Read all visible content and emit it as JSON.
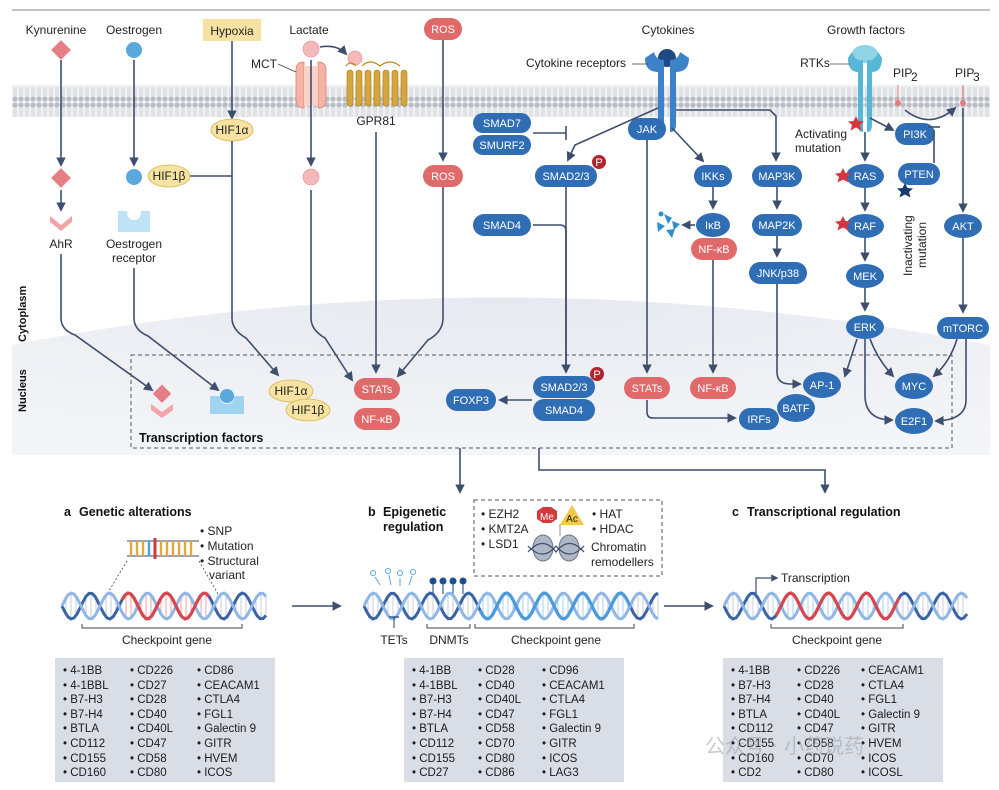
{
  "top_labels": {
    "kynurenine": "Kynurenine",
    "oestrogen": "Oestrogen",
    "hypoxia": "Hypoxia",
    "lactate": "Lactate",
    "ros": "ROS",
    "cytokines": "Cytokines",
    "growth_factors": "Growth factors"
  },
  "membrane_labels": {
    "mct": "MCT",
    "gpr81": "GPR81",
    "cytokine_receptors": "Cytokine receptors",
    "rtks": "RTKs",
    "pip2": "PIP",
    "pip2_sub": "2",
    "pip3": "PIP",
    "pip3_sub": "3"
  },
  "cytoplasm": {
    "ahr": "AhR",
    "oestrogen_receptor_1": "Oestrogen",
    "oestrogen_receptor_2": "receptor",
    "hif1a": "HIF1α",
    "hif1b": "HIF1β",
    "ros2": "ROS",
    "smad7": "SMAD7",
    "smurf2": "SMURF2",
    "smad23": "SMAD2/3",
    "smad4": "SMAD4",
    "jak": "JAK",
    "ikks": "IKKs",
    "ikb": "IκB",
    "nfkb": "NF-κB",
    "map3k": "MAP3K",
    "map2k": "MAP2K",
    "jnk": "JNK/p38",
    "ras": "RAS",
    "raf": "RAF",
    "mek": "MEK",
    "erk": "ERK",
    "pi3k": "PI3K",
    "pten": "PTEN",
    "akt": "AKT",
    "mtorc": "mTORC",
    "activating_1": "Activating",
    "activating_2": "mutation",
    "inactivating_1": "Inactivating",
    "inactivating_2": "mutation",
    "p": "P"
  },
  "nucleus": {
    "hif1a": "HIF1α",
    "hif1b": "HIF1β",
    "stats": "STATs",
    "nfkb": "NF-κB",
    "foxp3": "FOXP3",
    "smad23": "SMAD2/3",
    "smad4": "SMAD4",
    "stats2": "STATs",
    "nfkb2": "NF-κB",
    "irfs": "IRFs",
    "batf": "BATF",
    "ap1": "AP-1",
    "myc": "MYC",
    "e2f1": "E2F1",
    "transcription_factors": "Transcription factors"
  },
  "side_labels": {
    "cytoplasm": "Cytoplasm",
    "nucleus": "Nucleus"
  },
  "panel_a": {
    "letter": "a",
    "title": "Genetic alterations",
    "legend": [
      "SNP",
      "Mutation",
      "Structural",
      "variant"
    ],
    "gene_label": "Checkpoint gene",
    "genes": [
      [
        "4-1BB",
        "4-1BBL",
        "B7-H3",
        "B7-H4",
        "BTLA",
        "CD112",
        "CD155",
        "CD160"
      ],
      [
        "CD226",
        "CD27",
        "CD28",
        "CD40",
        "CD40L",
        "CD47",
        "CD58",
        "CD80"
      ],
      [
        "CD86",
        "CEACAM1",
        "CTLA4",
        "FGL1",
        "Galectin 9",
        "GITR",
        "HVEM",
        "ICOS"
      ]
    ]
  },
  "panel_b": {
    "letter": "b",
    "title_1": "Epigenetic",
    "title_2": "regulation",
    "writers": [
      "EZH2",
      "KMT2A",
      "LSD1"
    ],
    "me": "Me",
    "ac": "Ac",
    "hat": "HAT",
    "hdac": "HDAC",
    "chromatin_1": "Chromatin",
    "chromatin_2": "remodellers",
    "tets": "TETs",
    "dnmts": "DNMTs",
    "gene_label": "Checkpoint gene",
    "genes": [
      [
        "4-1BB",
        "4-1BBL",
        "B7-H3",
        "B7-H4",
        "BTLA",
        "CD112",
        "CD155",
        "CD27"
      ],
      [
        "CD28",
        "CD40",
        "CD40L",
        "CD47",
        "CD58",
        "CD70",
        "CD80",
        "CD86"
      ],
      [
        "CD96",
        "CEACAM1",
        "CTLA4",
        "FGL1",
        "Galectin 9",
        "GITR",
        "ICOS",
        "LAG3"
      ]
    ]
  },
  "panel_c": {
    "letter": "c",
    "title": "Transcriptional regulation",
    "transcription": "Transcription",
    "gene_label": "Checkpoint gene",
    "genes": [
      [
        "4-1BB",
        "B7-H3",
        "B7-H4",
        "BTLA",
        "CD112",
        "CD155",
        "CD160",
        "CD2"
      ],
      [
        "CD226",
        "CD28",
        "CD40",
        "CD40L",
        "CD47",
        "CD58",
        "CD70",
        "CD80"
      ],
      [
        "CEACAM1",
        "CTLA4",
        "FGL1",
        "Galectin 9",
        "GITR",
        "HVEM",
        "ICOS",
        "ICOSL"
      ]
    ]
  },
  "watermark": "公众号 · 小药说药",
  "colors": {
    "blue_node": "#2f6db5",
    "red_node": "#e77b7b",
    "yellow_node": "#f6e3a2",
    "arrow": "#3e4f6e",
    "membrane": "#c9ccd3",
    "nucleus": "#eceef2",
    "gene_box": "#d9dde6"
  }
}
